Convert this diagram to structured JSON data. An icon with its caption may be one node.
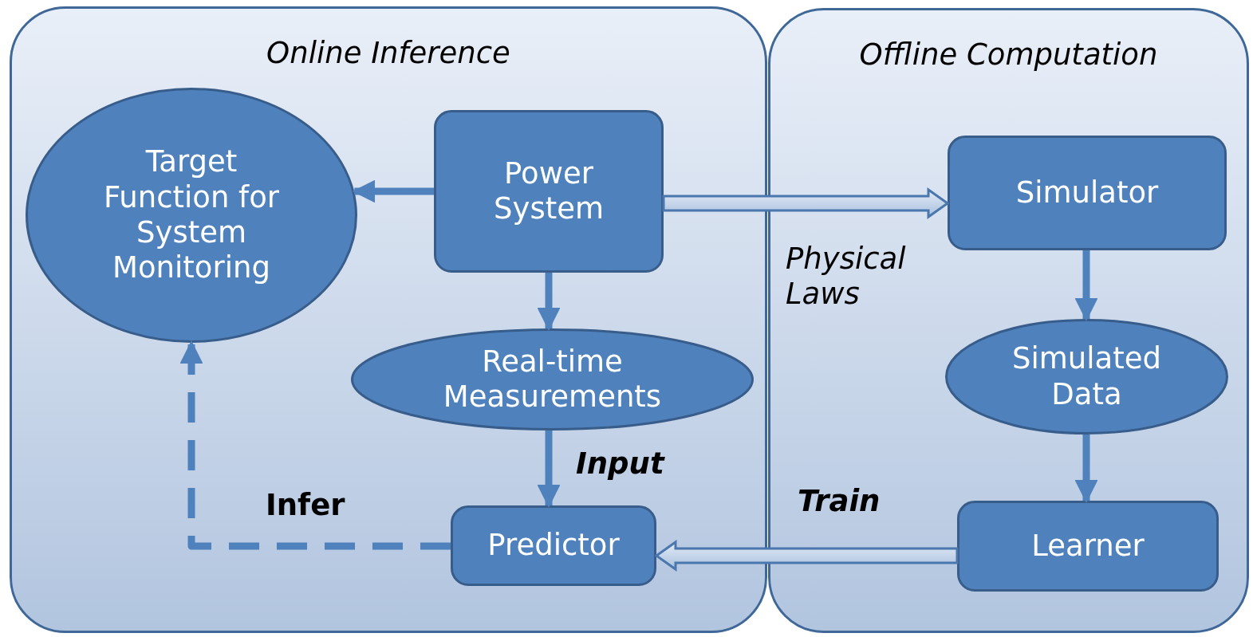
{
  "diagram": {
    "nodes": [
      {
        "text": [
          "Online Inference"
        ]
      },
      {
        "text": [
          "Offline Computation"
        ]
      },
      {
        "text": [
          "Target Function for System Monitoring"
        ],
        "in": 0
      },
      {
        "text": [
          "Power System"
        ],
        "in": 0
      },
      {
        "text": [
          "Real-time Measurements"
        ],
        "in": 0
      },
      {
        "text": [
          "Predictor"
        ],
        "in": 0
      },
      {
        "text": [
          "Simulator"
        ],
        "in": 1
      },
      {
        "text": [
          "Simulated Data"
        ],
        "in": 1
      },
      {
        "text": [
          "Learner"
        ],
        "in": 1
      }
    ],
    "edges": [
      {
        "from": 3,
        "to": 2,
        "arrow": "to"
      },
      {
        "from": 3,
        "to": 6,
        "arrow": "to",
        "label": "Physical Laws",
        "style": "thick"
      },
      {
        "from": 3,
        "to": 4,
        "arrow": "to"
      },
      {
        "from": 4,
        "to": 5,
        "arrow": "to",
        "label": "Input"
      },
      {
        "from": 6,
        "to": 7,
        "arrow": "to"
      },
      {
        "from": 7,
        "to": 8,
        "arrow": "to"
      },
      {
        "from": 8,
        "to": 5,
        "arrow": "to",
        "label": "Train",
        "style": "thick"
      },
      {
        "from": 5,
        "to": 2,
        "arrow": "to",
        "label": "Infer",
        "style": "dashed"
      }
    ]
  }
}
